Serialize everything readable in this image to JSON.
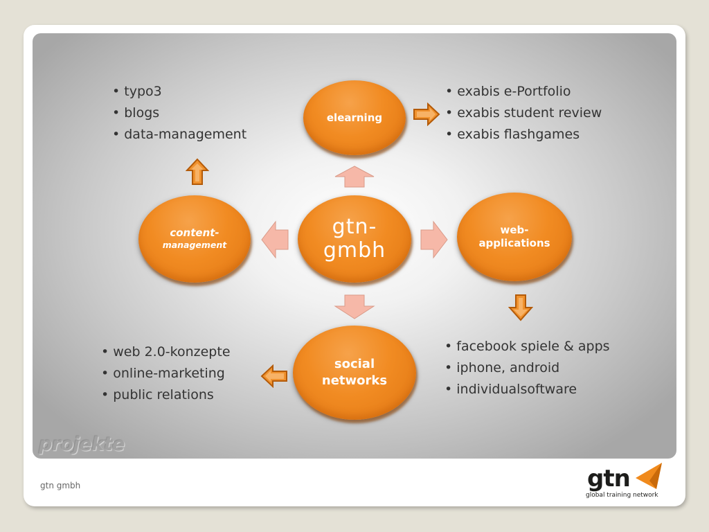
{
  "nodes": {
    "elearning": "elearning",
    "content_line1": "content-",
    "content_line2": "management",
    "center_line1": "gtn-",
    "center_line2": "gmbh",
    "web_line1": "web-",
    "web_line2": "applications",
    "social_line1": "social",
    "social_line2": "networks"
  },
  "lists": {
    "top_left": [
      "typo3",
      "blogs",
      "data-management"
    ],
    "top_right": [
      "exabis e-Portfolio",
      "exabis student review",
      "exabis flashgames"
    ],
    "bottom_left": [
      "web 2.0-konzepte",
      "online-marketing",
      "public relations"
    ],
    "bottom_right": [
      "facebook spiele & apps",
      "iphone, android",
      "individualsoftware"
    ]
  },
  "footer": {
    "left_text": "gtn gmbh",
    "section_title": "projekte"
  },
  "logo": {
    "word": "gtn",
    "tagline": "global training network"
  },
  "colors": {
    "node_orange": "#f18b22",
    "arrow_orange": "#e47a15",
    "arrow_pink": "#f6b8a8",
    "background": "#e4e1d6"
  },
  "icons": [
    "arrow-up-icon",
    "arrow-right-icon",
    "arrow-down-icon",
    "arrow-left-icon",
    "logo-triangle-icon"
  ]
}
